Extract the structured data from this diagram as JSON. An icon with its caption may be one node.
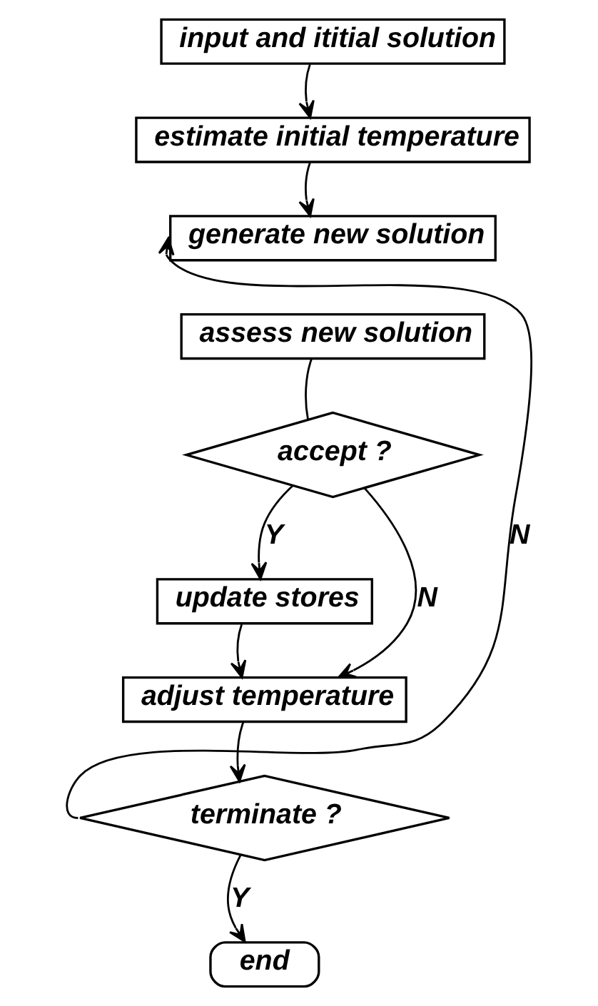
{
  "diagram": {
    "nodes": [
      {
        "text": [
          "input and ititial solution"
        ]
      },
      {
        "text": [
          "estimate initial temperature"
        ]
      },
      {
        "text": [
          "generate new solution"
        ]
      },
      {
        "text": [
          "assess new solution"
        ]
      },
      {
        "text": [
          "accept ?"
        ]
      },
      {
        "text": [
          "update stores"
        ]
      },
      {
        "text": [
          "adjust temperature"
        ]
      },
      {
        "text": [
          "terminate ?"
        ]
      },
      {
        "text": [
          "end"
        ]
      }
    ],
    "edges": [
      {
        "from": 0,
        "to": 1,
        "arrow": "to"
      },
      {
        "from": 1,
        "to": 2,
        "arrow": "to"
      },
      {
        "from": 3,
        "to": 4,
        "arrow": "none"
      },
      {
        "from": 4,
        "to": 5,
        "arrow": "to",
        "label": "Y"
      },
      {
        "from": 4,
        "to": 6,
        "arrow": "to",
        "label": "N"
      },
      {
        "from": 5,
        "to": 6,
        "arrow": "to"
      },
      {
        "from": 6,
        "to": 7,
        "arrow": "to"
      },
      {
        "from": 7,
        "to": 2,
        "arrow": "to",
        "label": "N"
      },
      {
        "from": 7,
        "to": 8,
        "arrow": "to",
        "label": "Y"
      }
    ]
  }
}
